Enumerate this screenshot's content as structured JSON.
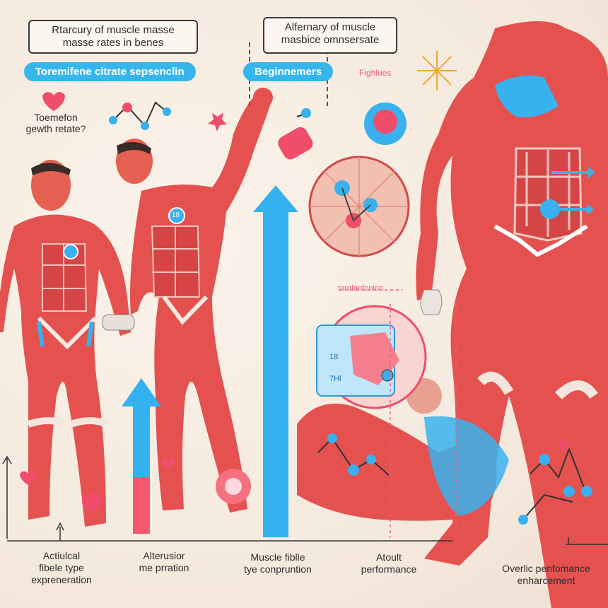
{
  "top_boxes": {
    "left": {
      "line1": "Rtarcury of muscle masse",
      "line2": "masse rates in benes"
    },
    "right": {
      "line1": "Alfernary of muscle",
      "line2": "masbice omnsersate"
    }
  },
  "pills": {
    "toremifene": "Toremifene citrate sepsenclin",
    "beginners": "Beginnemers",
    "fighlues": "Fighlues"
  },
  "side_text": {
    "line1": "Toemefon",
    "line2": "gewth retate?"
  },
  "mid_pink_label": "tarofanfonlon",
  "inset_labels": {
    "a": "18",
    "b": "7Hl"
  },
  "badge": "18",
  "bottom_labels": [
    {
      "line1": "Actiulcal",
      "line2": "fibele type",
      "line3": "expreneration"
    },
    {
      "line1": "Alterusior",
      "line2": "me prration",
      "line3": ""
    },
    {
      "line1": "Muscle fiblle",
      "line2": "tye conpruntion",
      "line3": ""
    },
    {
      "line1": "Atoult",
      "line2": "performance",
      "line3": ""
    },
    {
      "line1": "Overlic penfomance",
      "line2": "enharcement",
      "line3": ""
    }
  ],
  "colors": {
    "muscle": "#e4514e",
    "muscle_dark": "#c4383a",
    "accent_blue": "#2eb0ef",
    "accent_pink": "#f46b87",
    "bg": "#f6ede3"
  }
}
